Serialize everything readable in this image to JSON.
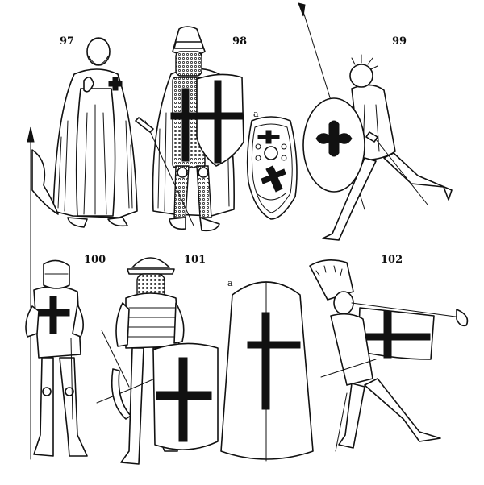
{
  "figures": [
    {
      "label": "97"
    },
    {
      "label": "98",
      "detail_label": "a"
    },
    {
      "label": "99"
    },
    {
      "label": "100"
    },
    {
      "label": "101",
      "detail_label": "a"
    },
    {
      "label": "102"
    }
  ],
  "colors": {
    "ink": "#111111",
    "paper": "#ffffff"
  }
}
